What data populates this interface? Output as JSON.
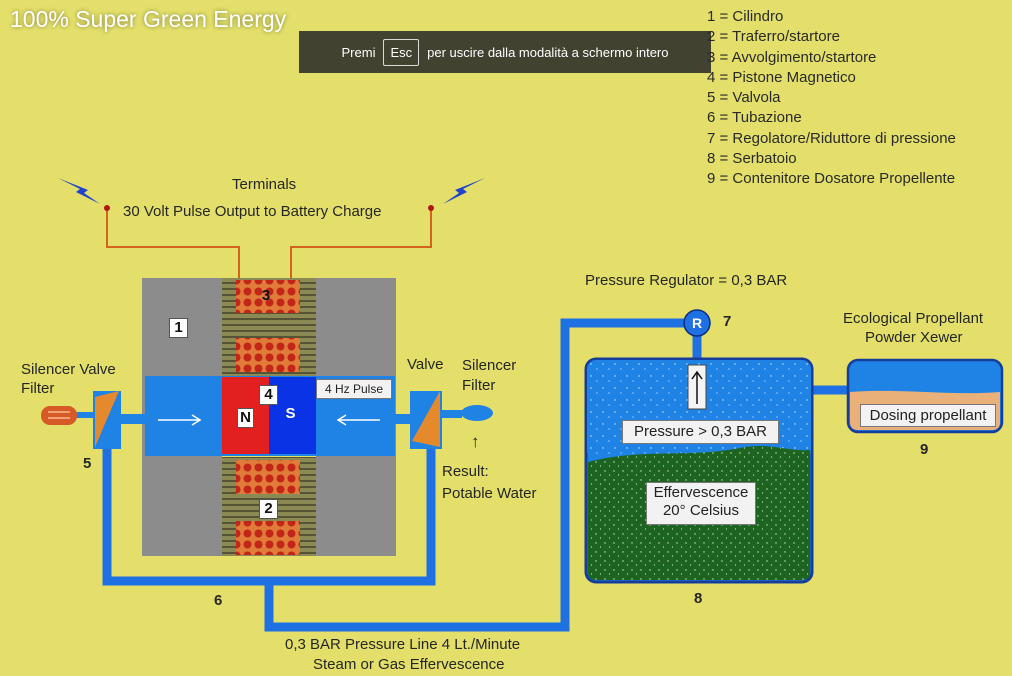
{
  "video": {
    "title": "100% Super Green Energy"
  },
  "fullscreen_notice": {
    "prefix": "Premi",
    "key": "Esc",
    "suffix": "per uscire dalla modalità a schermo intero"
  },
  "legend": [
    "1 = Cilindro",
    "2 = Traferro/startore",
    "3 = Avvolgimento/startore",
    "4 = Pistone Magnetico",
    "5 = Valvola",
    "6 = Tubazione",
    "7 = Regolatore/Riduttore di pressione",
    "8 = Serbatoio",
    "9 = Contenitore Dosatore Propellente"
  ],
  "diagram": {
    "terminals_title": "Terminals",
    "terminals_subtitle": "30 Volt Pulse Output to Battery Charge",
    "pressure_regulator": "Pressure Regulator = 0,3 BAR",
    "regulator_letter": "R",
    "eco_line1": "Ecological Propellant",
    "eco_line2": "Powder Xewer",
    "dosing": "Dosing propellant",
    "silencer_left_1": "Silencer Valve",
    "silencer_left_2": "Filter",
    "valve_right": "Valve",
    "silencer_right_1": "Silencer",
    "silencer_right_2": "Filter",
    "pulse": "4 Hz Pulse",
    "pole_n": "N",
    "pole_s": "S",
    "result_arrow": "↑",
    "result_1": "Result:",
    "result_2": "Potable Water",
    "pressure_inside": "Pressure > 0,3 BAR",
    "effervescence_1": "Effervescence",
    "effervescence_2": "20° Celsius",
    "line_1": "0,3 BAR Pressure Line 4 Lt./Minute",
    "line_2": "Steam or Gas Effervescence",
    "n1": "1",
    "n2": "2",
    "n3": "3",
    "n4": "4",
    "n5": "5",
    "n6": "6",
    "n7": "7",
    "n8": "8",
    "n9": "9"
  },
  "colors": {
    "background": "#e3df6a",
    "pipe": "#1e6fe0",
    "cylinder": "#8c8c8c",
    "water_blue": "#1f83e6",
    "liquid_green": "#1f6b24",
    "magnet_n": "#e32020",
    "magnet_s": "#0a33e6",
    "coil": "#e25a2a",
    "valve": "#e48a2c",
    "dosing_orange": "#e9b07a"
  }
}
